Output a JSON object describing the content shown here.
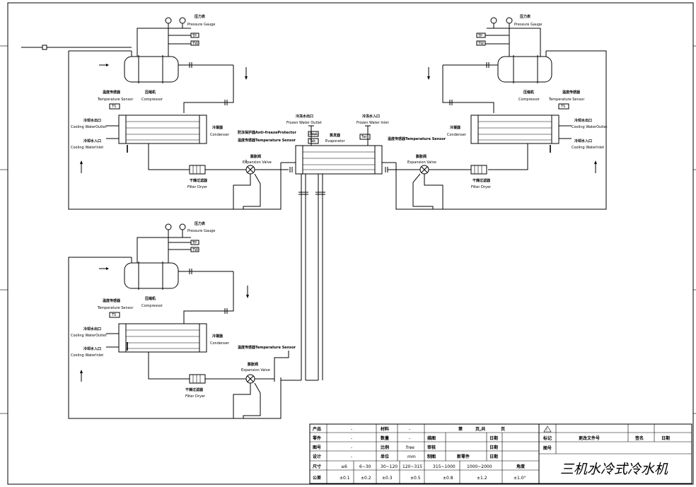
{
  "units": {
    "top_left": {
      "pressure_gauge": [
        "压力表",
        "Pressure Gauge"
      ],
      "tp": "TP",
      "tw": "TW",
      "compressor": [
        "压缩机",
        "Compressor"
      ],
      "temp_sensor": [
        "温度传感器",
        "Temperature Sensor"
      ],
      "ts": "TS",
      "cooling_outlet": [
        "冷却水出口",
        "Cooling WaterOutlet"
      ],
      "cooling_inlet": [
        "冷却水入口",
        "Cooling WaterInlet"
      ],
      "condenser": [
        "冷凝器",
        "Condenser"
      ],
      "filter_dryer": [
        "干燥过滤器",
        "Filter Dryer"
      ],
      "expansion_valve": [
        "膨胀阀",
        "Expansion Valve"
      ]
    },
    "top_right": {
      "pressure_gauge": [
        "压力表",
        "Pressure Gauge"
      ],
      "tp": "TP",
      "tw": "TW",
      "compressor": [
        "压缩机",
        "Compressor"
      ],
      "temp_sensor": [
        "温度传感器",
        "Temperature Sensor"
      ],
      "ts": "TS",
      "cooling_outlet": [
        "冷却水出口",
        "Cooling WaterOutlet"
      ],
      "cooling_inlet": [
        "冷却水入口",
        "Cooling WaterInlet"
      ],
      "condenser": [
        "冷凝器",
        "Condenser"
      ],
      "filter_dryer": [
        "干燥过滤器",
        "Filter Dryer"
      ],
      "expansion_valve": [
        "膨胀阀",
        "Expansion Valve"
      ]
    },
    "bottom_left": {
      "pressure_gauge": [
        "压力表",
        "Pressure Gauge"
      ],
      "tp": "TP",
      "tw": "TW",
      "compressor": [
        "压缩机",
        "Compressor"
      ],
      "temp_sensor": [
        "温度传感器",
        "Temperature Sensor"
      ],
      "ts": "TS",
      "cooling_outlet": [
        "冷却水出口",
        "Cooling WaterOutlet"
      ],
      "cooling_inlet": [
        "冷却水入口",
        "Cooling WaterInlet"
      ],
      "condenser": [
        "冷凝器",
        "Condenser"
      ],
      "filter_dryer": [
        "干燥过滤器",
        "Filter Dryer"
      ],
      "expansion_valve": [
        "膨胀阀",
        "Expansion Valve"
      ],
      "temp_sensor_2": "温度传感器Temperature Sensor"
    }
  },
  "evaporator": {
    "label": [
      "蒸发器",
      "Evaporator"
    ],
    "frozen_outlet": [
      "冷冻水出口",
      "Frozen Water Outlet"
    ],
    "frozen_inlet": [
      "冷冻水入口",
      "Frozen Water Inlet"
    ],
    "antifreeze": "防冻保护器Anti-freezeProtector",
    "temp_sensor_left": "温度传感器Temperature Sensor",
    "temp_sensor_right": "温度传感器Temperature Sensor",
    "tag1": "Tout",
    "tag2": "Tak",
    "tag3": "Twi"
  },
  "title_block": {
    "r1": [
      "产品",
      "-",
      "材料",
      "-",
      "第",
      "页,共",
      "页"
    ],
    "r2": [
      "零件",
      "-",
      "数量",
      "-",
      "描图",
      "日期"
    ],
    "r3": [
      "图号",
      "-",
      "比例",
      "free",
      "审核",
      "日期"
    ],
    "r4": [
      "设计",
      "-",
      "单位",
      "mm",
      "制图",
      "新零件",
      "日期"
    ],
    "dim_row": [
      "尺寸",
      "≤6",
      "6~30",
      "30~120",
      "120~315",
      "315~1000",
      "1000~2000",
      "角度"
    ],
    "tol_row": [
      "公差",
      "±0.1",
      "±0.2",
      "±0.3",
      "±0.5",
      "±0.8",
      "±1.2",
      "±1.0°"
    ],
    "rev_header": [
      "标记",
      "更改文件号",
      "签名",
      "日期"
    ],
    "drawing_no": "图号",
    "title": "三机水冷式冷水机"
  }
}
